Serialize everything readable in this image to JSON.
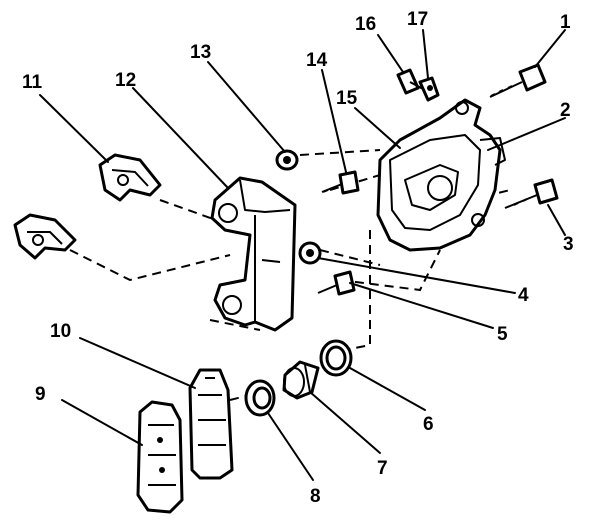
{
  "diagram": {
    "callouts": {
      "c1": "1",
      "c2": "2",
      "c3": "3",
      "c4": "4",
      "c5": "5",
      "c6": "6",
      "c7": "7",
      "c8": "8",
      "c9": "9",
      "c10": "10",
      "c11": "11",
      "c12": "12",
      "c13": "13",
      "c14": "14",
      "c15": "15",
      "c16": "16",
      "c17": "17"
    },
    "colors": {
      "ink": "#000000",
      "paper": "#ffffff"
    }
  }
}
